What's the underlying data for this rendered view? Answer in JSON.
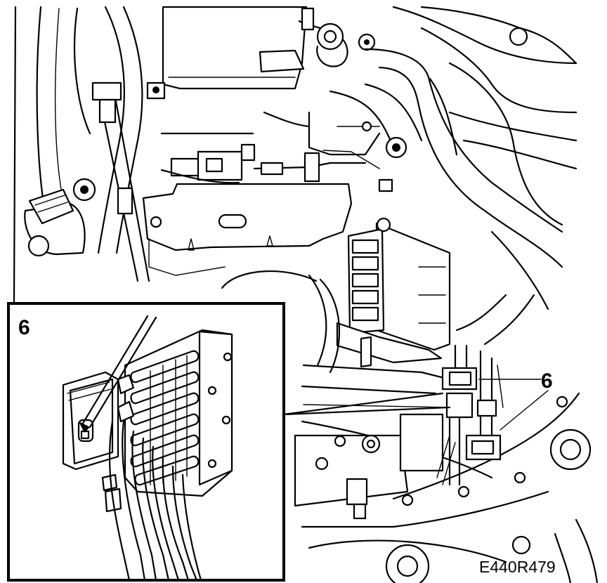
{
  "figure": {
    "inset_label": "6",
    "callout_label": "6",
    "figure_code": "E440R479"
  }
}
